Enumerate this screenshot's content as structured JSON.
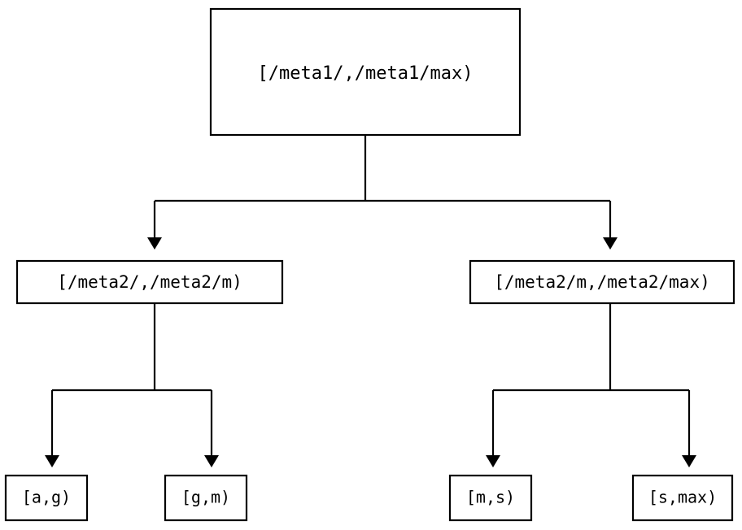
{
  "diagram": {
    "type": "tree",
    "title": "",
    "background_color": "#ffffff",
    "stroke_color": "#000000",
    "fill_color": "#ffffff",
    "edge_style": "orthogonal",
    "arrowhead": "filled-triangle",
    "levels": 3,
    "nodes": {
      "root": {
        "label": "[/meta1/,/meta1/max)",
        "level": 0
      },
      "mid_left": {
        "label": "[/meta2/,/meta2/m)",
        "level": 1
      },
      "mid_right": {
        "label": "[/meta2/m,/meta2/max)",
        "level": 1
      },
      "leaf_1": {
        "label": "[a,g)",
        "level": 2
      },
      "leaf_2": {
        "label": "[g,m)",
        "level": 2
      },
      "leaf_3": {
        "label": "[m,s)",
        "level": 2
      },
      "leaf_4": {
        "label": "[s,max)",
        "level": 2
      }
    },
    "edges": [
      {
        "from": "root",
        "to": "mid_left"
      },
      {
        "from": "root",
        "to": "mid_right"
      },
      {
        "from": "mid_left",
        "to": "leaf_1"
      },
      {
        "from": "mid_left",
        "to": "leaf_2"
      },
      {
        "from": "mid_right",
        "to": "leaf_3"
      },
      {
        "from": "mid_right",
        "to": "leaf_4"
      }
    ]
  }
}
